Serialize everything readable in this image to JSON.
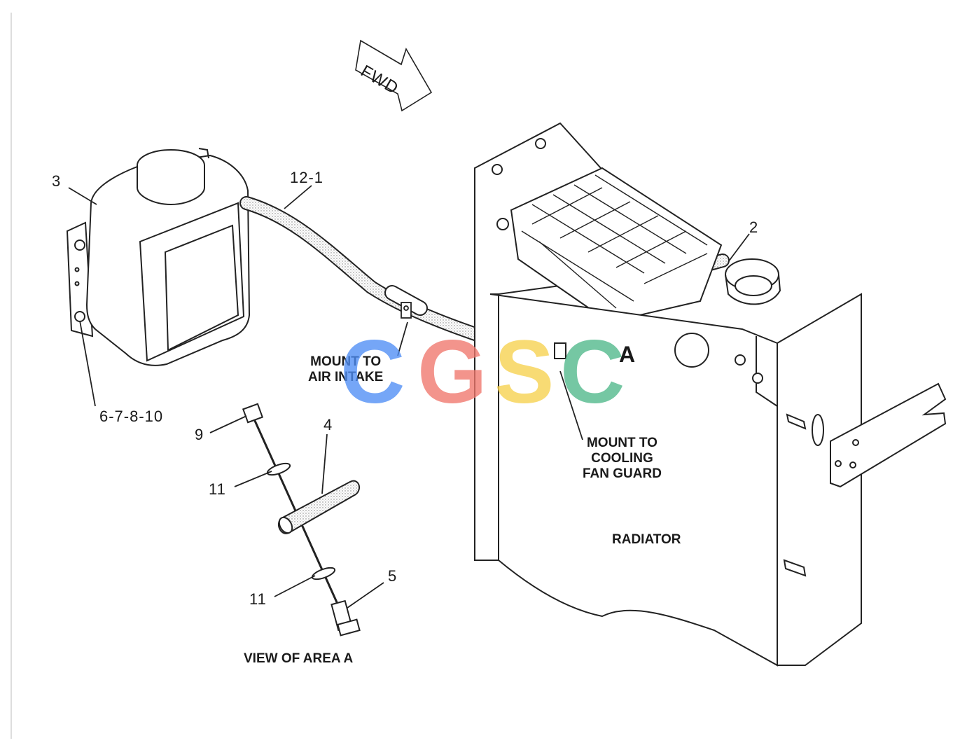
{
  "callouts": {
    "c3": "3",
    "c12_1": "12-1",
    "c2": "2",
    "c6_7_8_10": "6-7-8-10",
    "c9": "9",
    "c4": "4",
    "c11a": "11",
    "c11b": "11",
    "c5": "5"
  },
  "notes": {
    "fwd": "FWD",
    "mount_air_line1": "MOUNT TO",
    "mount_air_line2": "AIR INTAKE",
    "mount_fan_line1": "MOUNT TO",
    "mount_fan_line2": "COOLING",
    "mount_fan_line3": "FAN GUARD",
    "radiator": "RADIATOR",
    "view_area": "VIEW OF AREA A",
    "area_marker": "A"
  },
  "watermark": {
    "letters": [
      "C",
      "G",
      "S",
      "C"
    ],
    "colors": [
      "#4f8ef5",
      "#f0776d",
      "#f7d24e",
      "#4fb88a"
    ]
  }
}
